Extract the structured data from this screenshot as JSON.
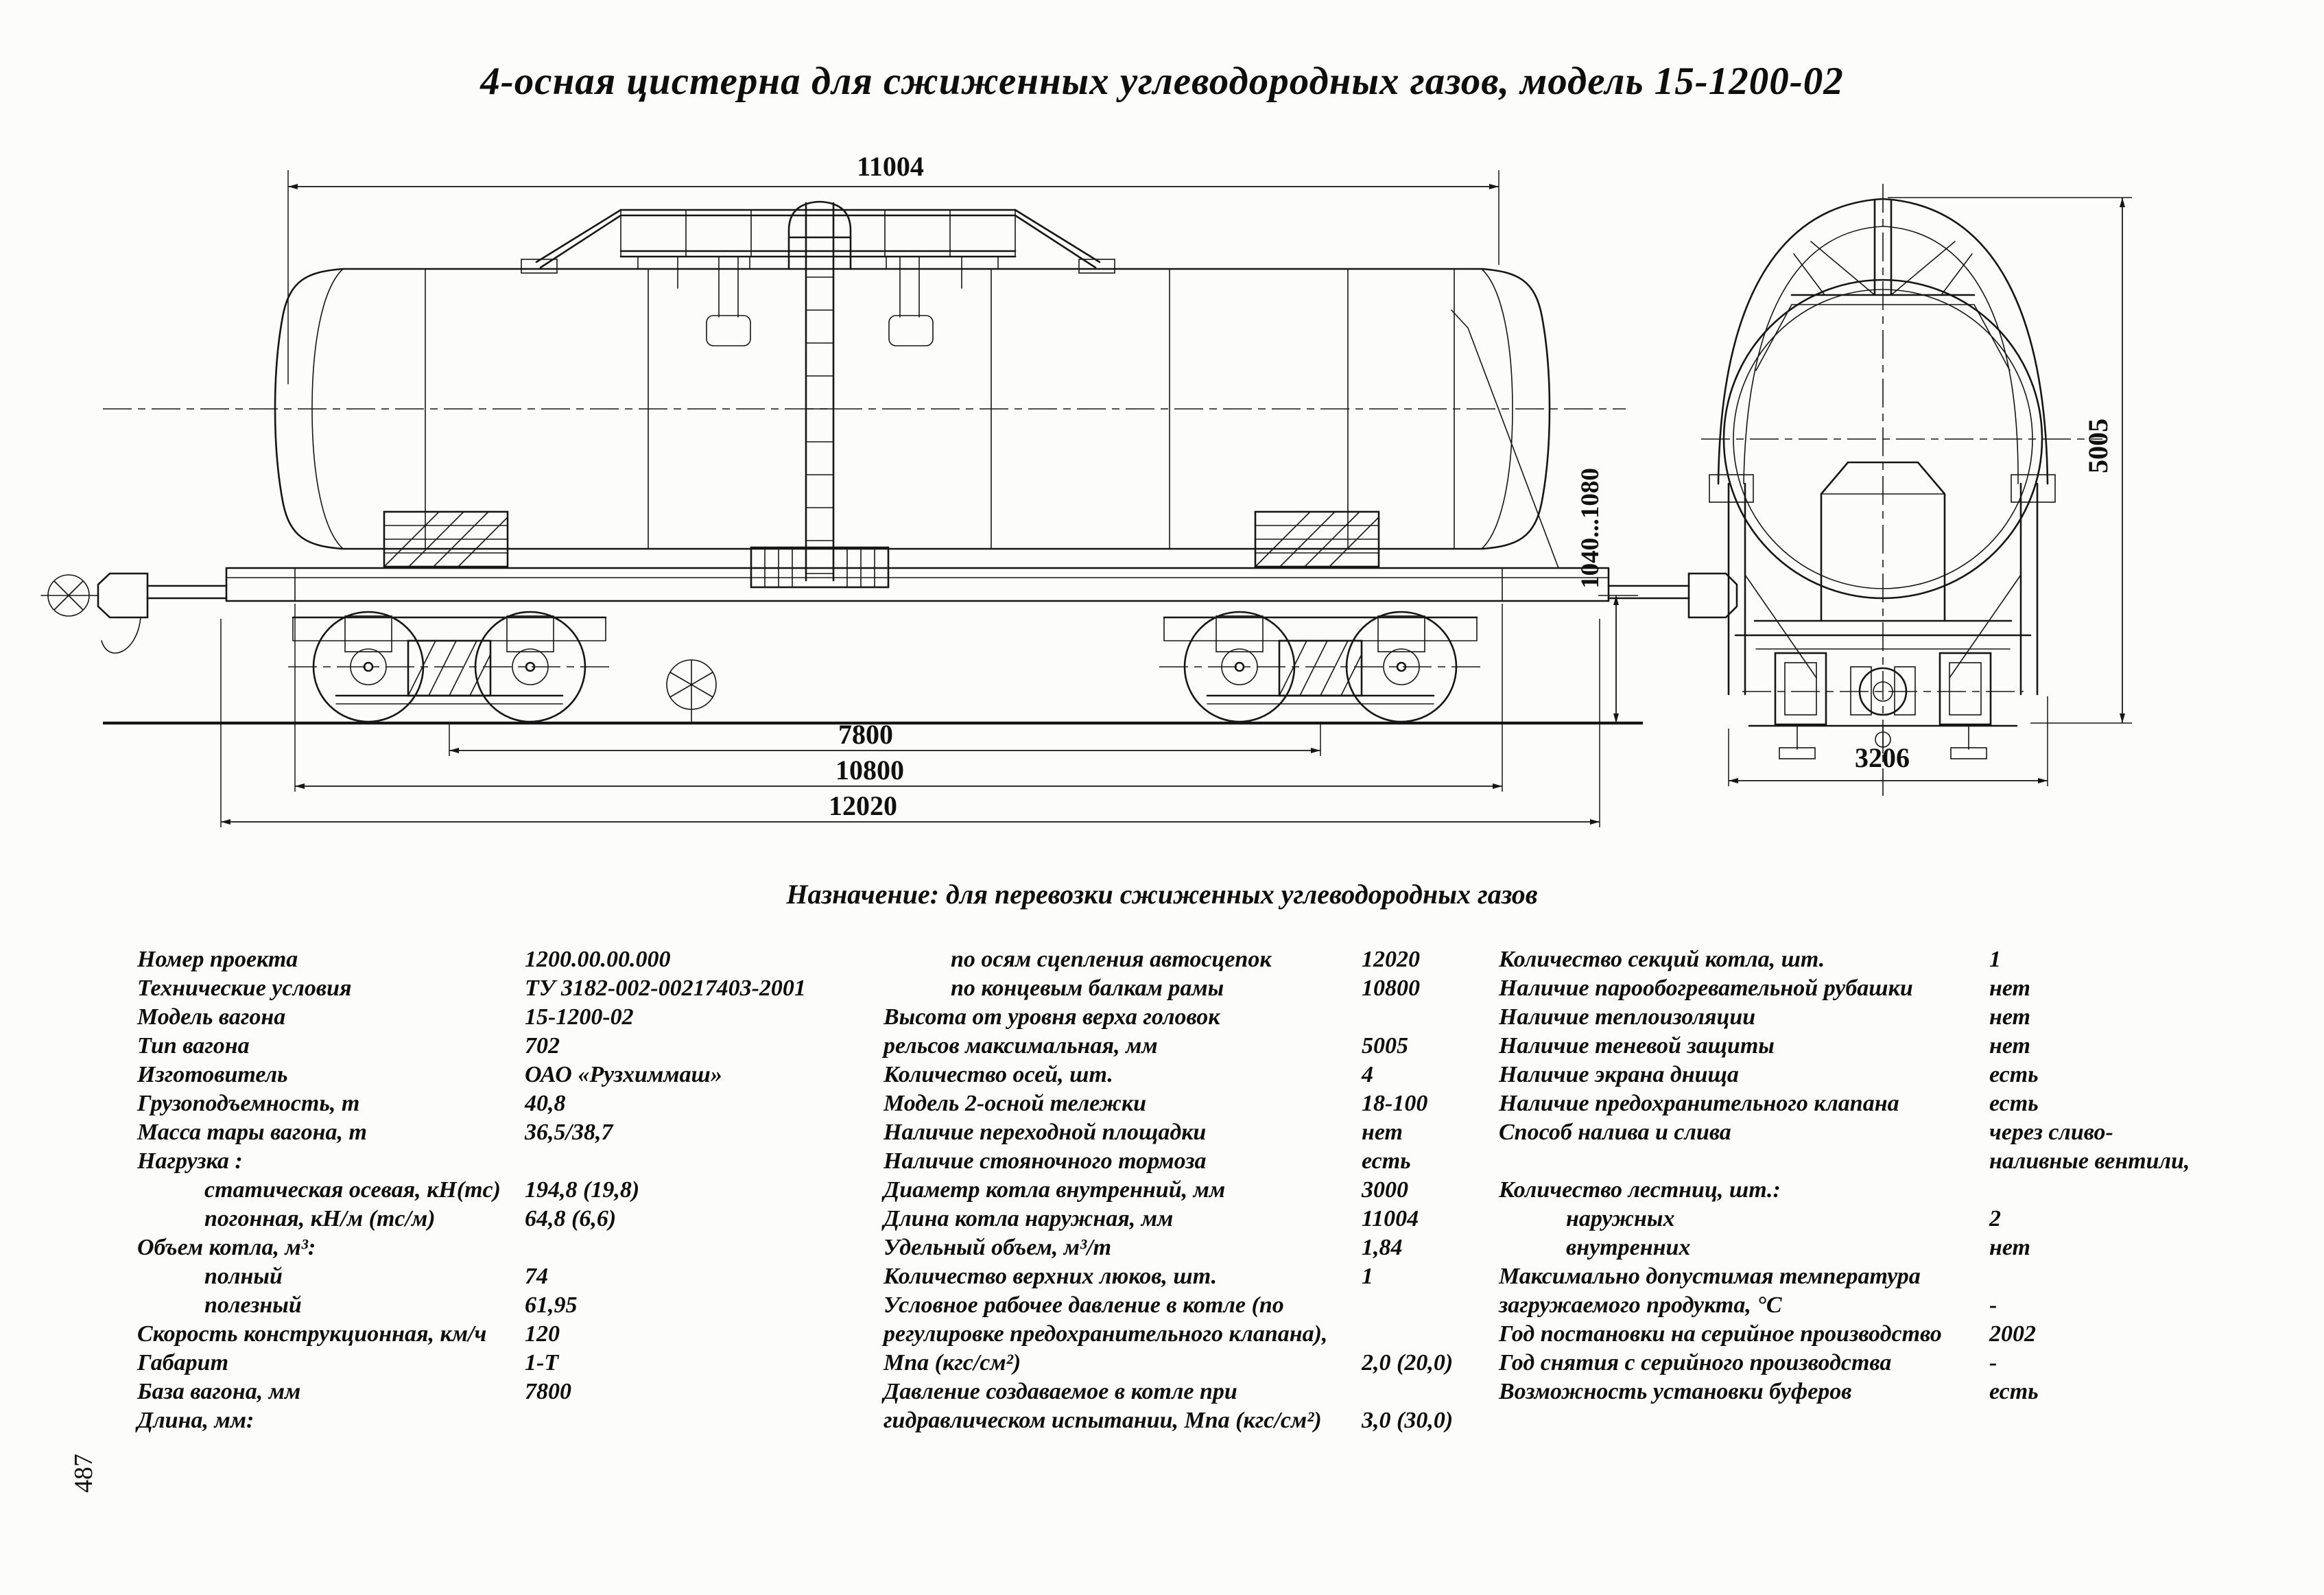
{
  "page": {
    "title": "4-осная цистерна для сжиженных углеводородных газов, модель 15-1200-02",
    "purpose": "Назначение: для перевозки сжиженных углеводородных газов",
    "page_number": "487"
  },
  "drawing": {
    "views": [
      "side-view",
      "end-view"
    ],
    "dimensions": {
      "tank_length": "11004",
      "base": "7800",
      "frame_length": "10800",
      "coupler_length": "12020",
      "coupler_height": "1040...1080",
      "height": "5005",
      "width": "3206"
    }
  },
  "specs": {
    "left": [
      {
        "label": "Номер проекта",
        "value": "1200.00.00.000"
      },
      {
        "label": "Технические условия",
        "value": "ТУ 3182-002-00217403-2001"
      },
      {
        "label": "Модель вагона",
        "value": "15-1200-02"
      },
      {
        "label": "Тип вагона",
        "value": "702"
      },
      {
        "label": "Изготовитель",
        "value": "ОАО «Рузхиммаш»"
      },
      {
        "label": "Грузоподъемность, т",
        "value": "40,8"
      },
      {
        "label": "Масса тары вагона, т",
        "value": "36,5/38,7"
      },
      {
        "label": "Нагрузка :",
        "value": ""
      },
      {
        "label": "статическая осевая, кН(тс)",
        "value": "194,8 (19,8)",
        "indent": true
      },
      {
        "label": "погонная, кН/м (тс/м)",
        "value": "64,8 (6,6)",
        "indent": true
      },
      {
        "label": "Объем котла, м³:",
        "value": ""
      },
      {
        "label": "полный",
        "value": "74",
        "indent": true
      },
      {
        "label": "полезный",
        "value": "61,95",
        "indent": true
      },
      {
        "label": "Скорость конструкционная, км/ч",
        "value": "120"
      },
      {
        "label": "Габарит",
        "value": "1-Т"
      },
      {
        "label": "База вагона, мм",
        "value": "7800"
      },
      {
        "label": "Длина, мм:",
        "value": ""
      }
    ],
    "middle": [
      {
        "label": "по осям сцепления автосцепок",
        "value": "12020",
        "indent": true
      },
      {
        "label": "по концевым балкам рамы",
        "value": "10800",
        "indent": true
      },
      {
        "label": "Высота от уровня верха головок",
        "value": ""
      },
      {
        "label": "рельсов максимальная, мм",
        "value": "5005"
      },
      {
        "label": "Количество осей, шт.",
        "value": "4"
      },
      {
        "label": "Модель 2-осной тележки",
        "value": "18-100"
      },
      {
        "label": "Наличие переходной площадки",
        "value": "нет"
      },
      {
        "label": "Наличие стояночного тормоза",
        "value": "есть"
      },
      {
        "label": "Диаметр котла внутренний, мм",
        "value": "3000"
      },
      {
        "label": "Длина котла наружная, мм",
        "value": "11004"
      },
      {
        "label": "Удельный объем, м³/т",
        "value": "1,84"
      },
      {
        "label": "Количество верхних люков, шт.",
        "value": "1"
      },
      {
        "label": "Условное рабочее давление в котле (по",
        "value": ""
      },
      {
        "label": "регулировке предохранительного клапана),",
        "value": ""
      },
      {
        "label": "Мпа (кгс/см²)",
        "value": "2,0 (20,0)"
      },
      {
        "label": "Давление создаваемое в котле при",
        "value": ""
      },
      {
        "label": "гидравлическом испытании, Мпа (кгс/см²)",
        "value": "3,0 (30,0)"
      }
    ],
    "right": [
      {
        "label": "Количество секций котла, шт.",
        "value": "1"
      },
      {
        "label": "Наличие парообогревательной рубашки",
        "value": "нет"
      },
      {
        "label": "Наличие теплоизоляции",
        "value": "нет"
      },
      {
        "label": "Наличие теневой защиты",
        "value": "нет"
      },
      {
        "label": "Наличие экрана днища",
        "value": "есть"
      },
      {
        "label": "Наличие предохранительного клапана",
        "value": "есть"
      },
      {
        "label": "Способ налива и слива",
        "value": "через сливо-"
      },
      {
        "label": "",
        "value": "наливные  вентили,"
      },
      {
        "label": "Количество лестниц, шт.:",
        "value": ""
      },
      {
        "label": "наружных",
        "value": "2",
        "indent": true
      },
      {
        "label": "внутренних",
        "value": "нет",
        "indent": true
      },
      {
        "label": "Максимально допустимая температура",
        "value": ""
      },
      {
        "label": "загружаемого продукта,  °С",
        "value": "-"
      },
      {
        "label": "Год постановки на серийное производство",
        "value": "2002"
      },
      {
        "label": "Год снятия с серийного производства",
        "value": "-"
      },
      {
        "label": "Возможность установки буферов",
        "value": "есть"
      }
    ]
  }
}
